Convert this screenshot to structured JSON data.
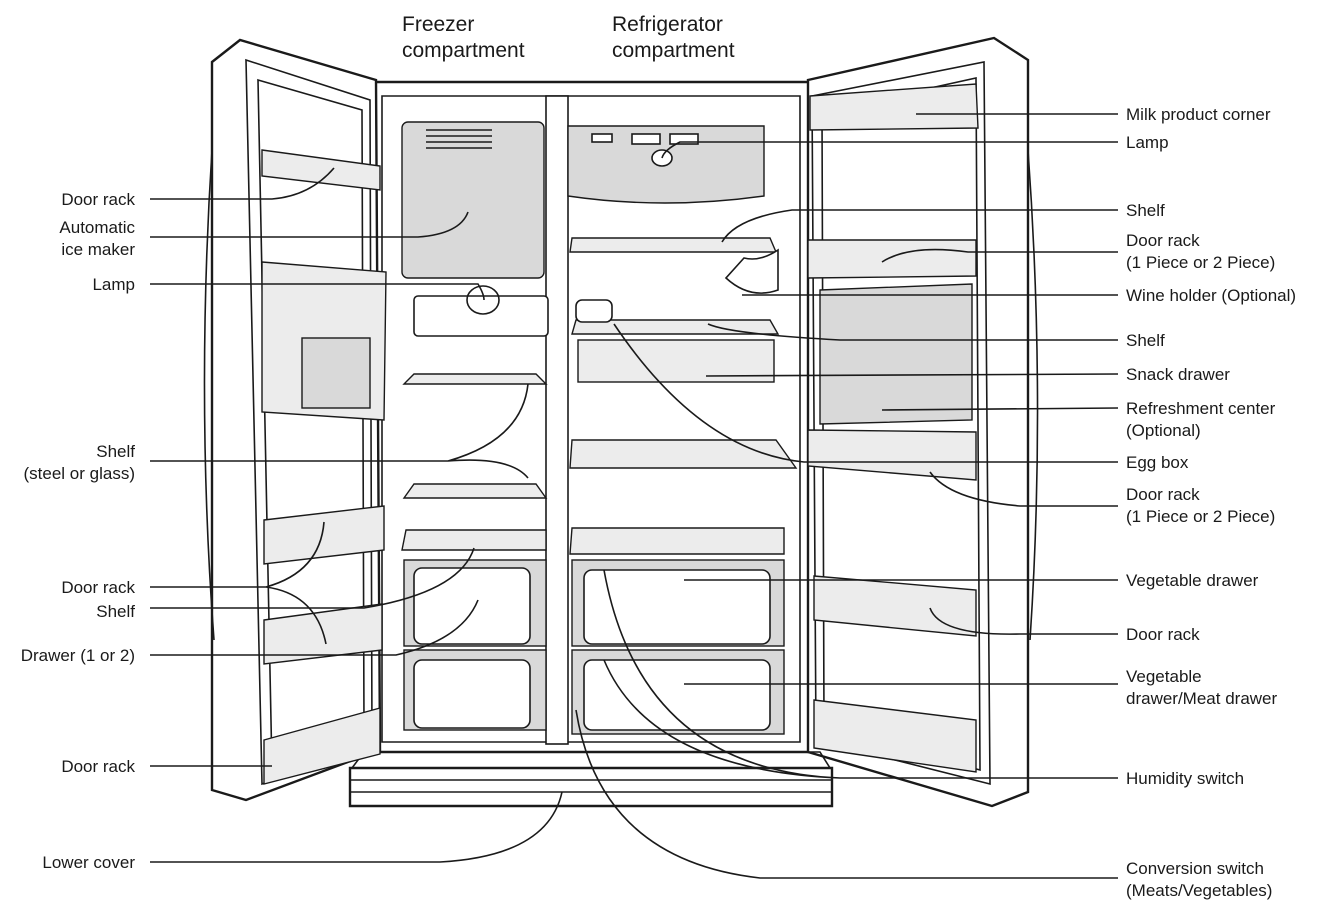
{
  "headers": {
    "freezer": [
      "Freezer",
      "compartment"
    ],
    "refrigerator": [
      "Refrigerator",
      "compartment"
    ]
  },
  "labels_left": [
    {
      "id": "door-rack-1",
      "lines": [
        "Door rack"
      ]
    },
    {
      "id": "automatic-ice-maker",
      "lines": [
        "Automatic",
        "ice maker"
      ]
    },
    {
      "id": "lamp-freezer",
      "lines": [
        "Lamp"
      ]
    },
    {
      "id": "shelf-steel-glass",
      "lines": [
        "Shelf",
        "(steel or glass)"
      ]
    },
    {
      "id": "door-rack-2",
      "lines": [
        "Door rack"
      ]
    },
    {
      "id": "shelf-freezer-door",
      "lines": [
        "Shelf"
      ]
    },
    {
      "id": "drawer-1-or-2",
      "lines": [
        "Drawer (1 or 2)"
      ]
    },
    {
      "id": "door-rack-3",
      "lines": [
        "Door rack"
      ]
    },
    {
      "id": "lower-cover",
      "lines": [
        "Lower cover"
      ]
    }
  ],
  "labels_right": [
    {
      "id": "milk-product-corner",
      "lines": [
        "Milk product corner"
      ]
    },
    {
      "id": "lamp-fridge",
      "lines": [
        "Lamp"
      ]
    },
    {
      "id": "shelf-top",
      "lines": [
        "Shelf"
      ]
    },
    {
      "id": "door-rack-top",
      "lines": [
        "Door rack",
        "(1 Piece or 2 Piece)"
      ]
    },
    {
      "id": "wine-holder",
      "lines": [
        "Wine holder (Optional)"
      ]
    },
    {
      "id": "shelf-mid",
      "lines": [
        "Shelf"
      ]
    },
    {
      "id": "snack-drawer",
      "lines": [
        "Snack drawer"
      ]
    },
    {
      "id": "refreshment-center",
      "lines": [
        "Refreshment center",
        "(Optional)"
      ]
    },
    {
      "id": "egg-box",
      "lines": [
        "Egg box"
      ]
    },
    {
      "id": "door-rack-mid",
      "lines": [
        "Door rack",
        "(1 Piece or 2 Piece)"
      ]
    },
    {
      "id": "vegetable-drawer",
      "lines": [
        "Vegetable drawer"
      ]
    },
    {
      "id": "door-rack-low",
      "lines": [
        "Door rack"
      ]
    },
    {
      "id": "vegetable-meat-drawer",
      "lines": [
        "Vegetable",
        "drawer/Meat drawer"
      ]
    },
    {
      "id": "humidity-switch",
      "lines": [
        "Humidity switch"
      ]
    },
    {
      "id": "conversion-switch",
      "lines": [
        "Conversion switch",
        "(Meats/Vegetables)"
      ]
    }
  ]
}
